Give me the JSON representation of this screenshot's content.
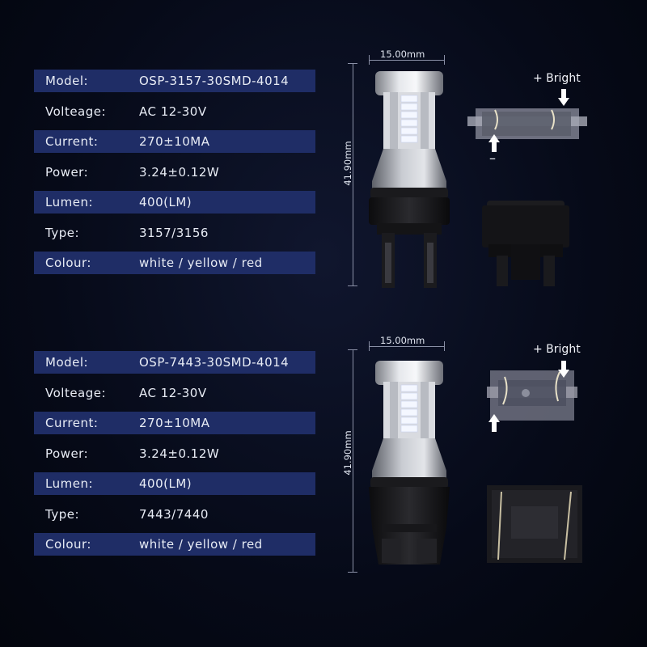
{
  "products": [
    {
      "specs": [
        {
          "label": "Model:",
          "value": "OSP-3157-30SMD-4014",
          "shaded": true
        },
        {
          "label": "Volteage:",
          "value": "AC 12-30V",
          "shaded": false
        },
        {
          "label": "Current:",
          "value": "270±10MA",
          "shaded": true
        },
        {
          "label": "Power:",
          "value": "3.24±0.12W",
          "shaded": false
        },
        {
          "label": "Lumen:",
          "value": "400(LM)",
          "shaded": true
        },
        {
          "label": "Type:",
          "value": "3157/3156",
          "shaded": false
        },
        {
          "label": "Colour:",
          "value": "white / yellow / red",
          "shaded": true
        }
      ],
      "width_dim": "15.00mm",
      "height_dim": "41.90mm",
      "bright_label": "+ Bright",
      "minus_label": "–",
      "socket": "3157"
    },
    {
      "specs": [
        {
          "label": "Model:",
          "value": "OSP-7443-30SMD-4014",
          "shaded": true
        },
        {
          "label": "Volteage:",
          "value": "AC 12-30V",
          "shaded": false
        },
        {
          "label": "Current:",
          "value": "270±10MA",
          "shaded": true
        },
        {
          "label": "Power:",
          "value": "3.24±0.12W",
          "shaded": false
        },
        {
          "label": "Lumen:",
          "value": "400(LM)",
          "shaded": true
        },
        {
          "label": "Type:",
          "value": "7443/7440",
          "shaded": false
        },
        {
          "label": "Colour:",
          "value": "white / yellow / red",
          "shaded": true
        }
      ],
      "width_dim": "15.00mm",
      "height_dim": "41.90mm",
      "bright_label": "+ Bright",
      "minus_label": "",
      "socket": "7443"
    }
  ],
  "colors": {
    "background": "#060a18",
    "row_shade": "#1f2d66",
    "led": "#f4f7ff"
  }
}
